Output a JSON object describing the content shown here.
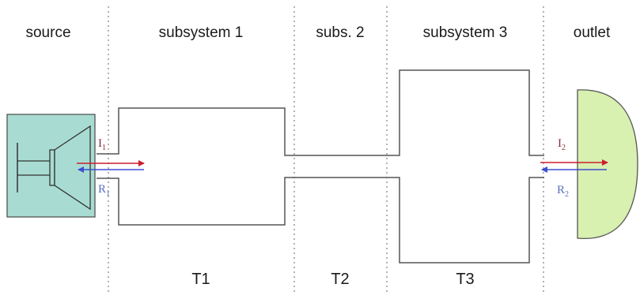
{
  "labels": {
    "source": "source",
    "subsystem1": "subsystem 1",
    "subsystem2": "subs. 2",
    "subsystem3": "subsystem 3",
    "outlet": "outlet",
    "t1": "T1",
    "t2": "T2",
    "t3": "T3"
  },
  "waves": {
    "incident1": {
      "letter": "I",
      "sub": "1"
    },
    "reflected1": {
      "letter": "R",
      "sub": "1"
    },
    "incident2": {
      "letter": "I",
      "sub": "2"
    },
    "reflected2": {
      "letter": "R",
      "sub": "2"
    }
  },
  "colors": {
    "incident": "#cc1f2e",
    "reflected": "#3b4fd0",
    "incident_label": "#8a2b3a",
    "reflected_label": "#5a6fc0",
    "source_fill": "#a8dcd2",
    "outlet_fill": "#d8f0b0",
    "duct": "#555555",
    "divider": "#888888"
  }
}
